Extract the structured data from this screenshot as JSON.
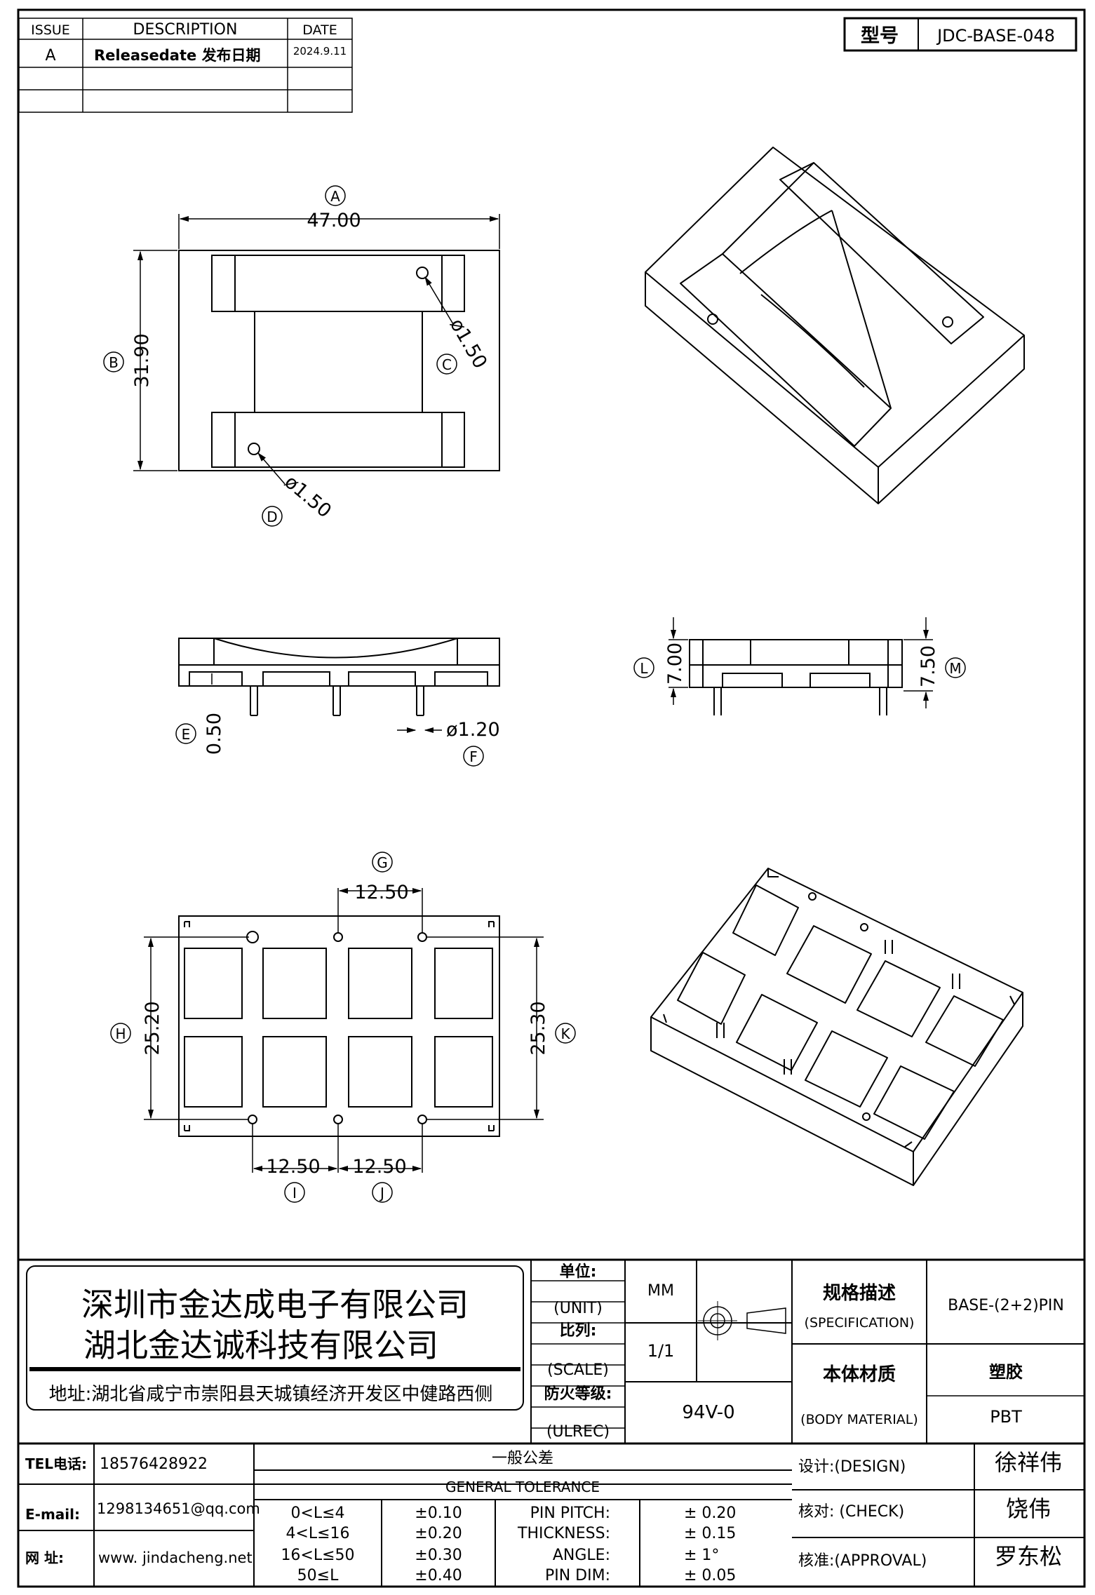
{
  "revision_table": {
    "headers": [
      "ISSUE",
      "DESCRIPTION",
      "DATE"
    ],
    "rows": [
      {
        "issue": "A",
        "description": "Releasedate 发布日期",
        "date": "2024.9.11"
      },
      {
        "issue": "",
        "description": "",
        "date": ""
      },
      {
        "issue": "",
        "description": "",
        "date": ""
      }
    ]
  },
  "model_box": {
    "label": "型号",
    "value": "JDC-BASE-048"
  },
  "dimensions": {
    "a": {
      "tag": "A",
      "value": "47.00"
    },
    "b": {
      "tag": "B",
      "value": "31.90"
    },
    "c": {
      "tag": "C",
      "value": "ø1.50"
    },
    "d": {
      "tag": "D",
      "value": "ø1.50"
    },
    "e": {
      "tag": "E",
      "value": "0.50"
    },
    "f": {
      "tag": "F",
      "value": "ø1.20"
    },
    "l": {
      "tag": "L",
      "value": "7.00"
    },
    "m": {
      "tag": "M",
      "value": "7.50"
    },
    "g": {
      "tag": "G",
      "value": "12.50"
    },
    "h": {
      "tag": "H",
      "value": "25.20"
    },
    "k": {
      "tag": "K",
      "value": "25.30"
    },
    "i": {
      "tag": "I",
      "value": "12.50"
    },
    "j": {
      "tag": "J",
      "value": "12.50"
    }
  },
  "title_block": {
    "company_cn_1": "深圳市金达成电子有限公司",
    "company_cn_2": "湖北金达诚科技有限公司",
    "address": "地址:湖北省咸宁市崇阳县天城镇经济开发区中健路西侧",
    "unit_label_cn": "单位:",
    "unit_label_en": "(UNIT)",
    "unit_value": "MM",
    "scale_label_cn": "比列:",
    "scale_label_en": "(SCALE)",
    "scale_value": "1/1",
    "ulrec_label_cn": "防火等级:",
    "ulrec_label_en": "(ULREC)",
    "ulrec_value": "94V-0",
    "spec_label_cn": "规格描述",
    "spec_label_en": "(SPECIFICATION)",
    "spec_value": "BASE-(2+2)PIN",
    "material_label_cn": "本体材质",
    "material_label_en": "(BODY MATERIAL)",
    "material_value_cn": "塑胶",
    "material_value_en": "PBT",
    "tel_label": "TEL电话:",
    "tel_value": "18576428922",
    "email_label": "E-mail:",
    "email_value": "1298134651@qq.com",
    "web_label": "网  址:",
    "web_value": "www. jindacheng.net",
    "tolerance_title_cn": "一般公差",
    "tolerance_title_en": "GENERAL  TOLERANCE",
    "tolerance_ranges": [
      {
        "range": "0<L≤4",
        "tol": "±0.10"
      },
      {
        "range": "4<L≤16",
        "tol": "±0.20"
      },
      {
        "range": "16<L≤50",
        "tol": "±0.30"
      },
      {
        "range": "50≤L",
        "tol": "±0.40"
      }
    ],
    "tolerance_items": [
      {
        "name": "PIN  PITCH:",
        "tol": "±  0.20"
      },
      {
        "name": "THICKNESS:",
        "tol": "±  0.15"
      },
      {
        "name": "ANGLE:",
        "tol": "±  1°"
      },
      {
        "name": "PIN  DIM:",
        "tol": "±  0.05"
      }
    ],
    "design_label": "设计:(DESIGN)",
    "design_value": "徐祥伟",
    "check_label": "核对:  (CHECK)",
    "check_value": "饶伟",
    "approval_label": "核准:(APPROVAL)",
    "approval_value": "罗东松"
  }
}
